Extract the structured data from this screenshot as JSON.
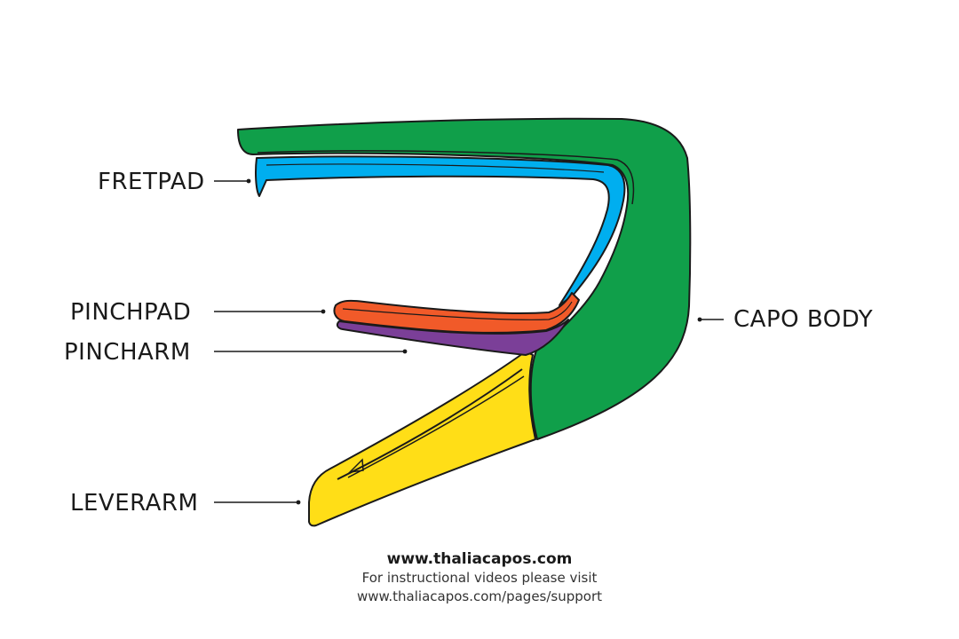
{
  "labels": {
    "fretpad": "FRETPAD",
    "pinchpad": "PINCHPAD",
    "pincharm": "PINCHARM",
    "leverarm": "LEVERARM",
    "capo_body": "CAPO BODY"
  },
  "footer": {
    "url": "www.thaliacapos.com",
    "line1": "For instructional videos please visit",
    "line2": "www.thaliacapos.com/pages/support"
  },
  "colors": {
    "capo_body": "#109f4a",
    "fretpad": "#00aeef",
    "pinchpad": "#f15a29",
    "pincharm": "#7b3f98",
    "leverarm": "#ffde17",
    "outline": "#1a1a1a"
  }
}
